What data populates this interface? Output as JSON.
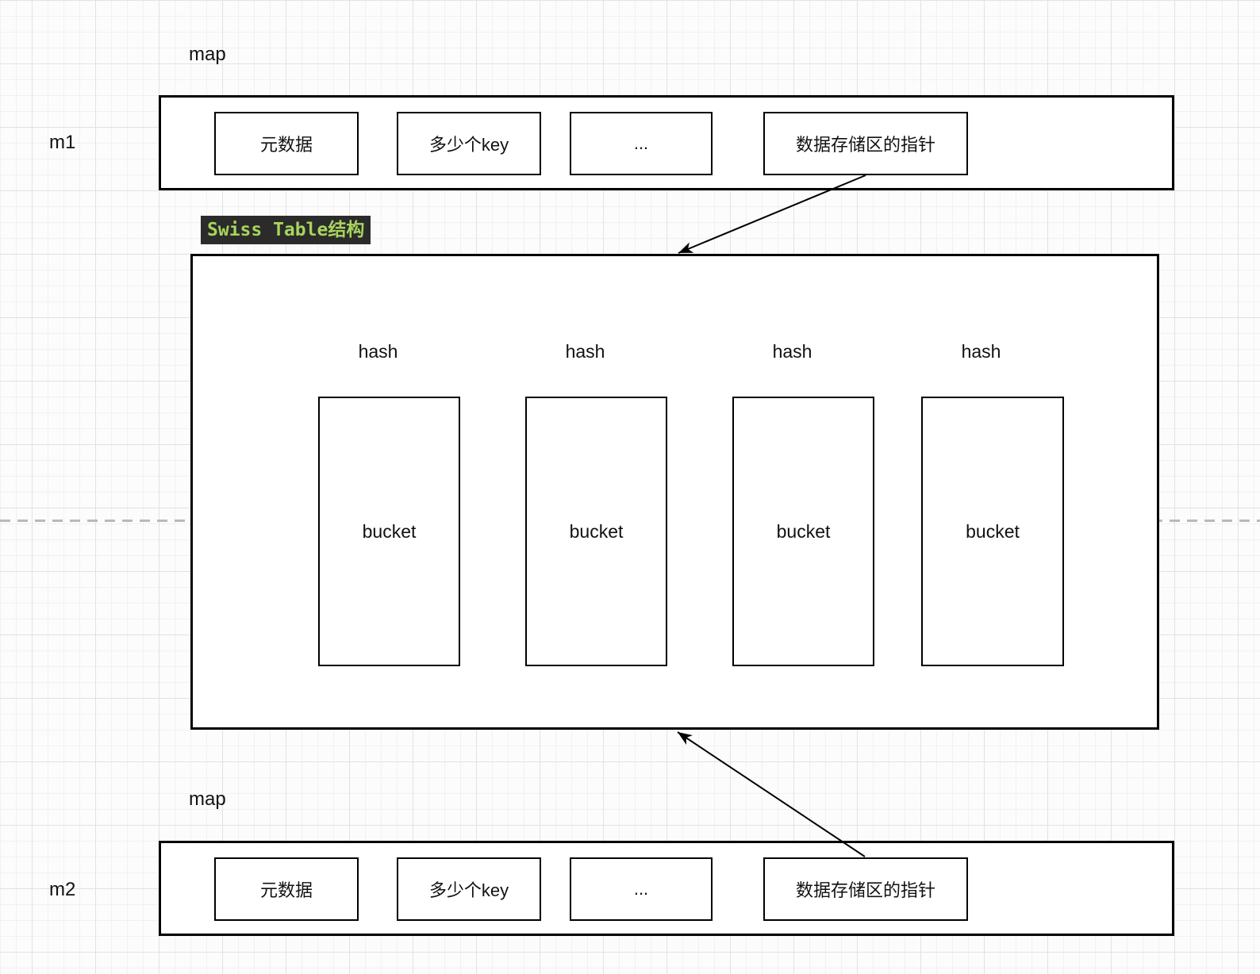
{
  "diagram": {
    "m1": {
      "type_label": "map",
      "name_label": "m1",
      "cells": [
        "元数据",
        "多少个key",
        "...",
        "数据存储区的指针"
      ]
    },
    "m2": {
      "type_label": "map",
      "name_label": "m2",
      "cells": [
        "元数据",
        "多少个key",
        "...",
        "数据存储区的指针"
      ]
    },
    "swiss_table": {
      "title": "Swiss Table结构",
      "hash_labels": [
        "hash",
        "hash",
        "hash",
        "hash"
      ],
      "bucket_labels": [
        "bucket",
        "bucket",
        "bucket",
        "bucket"
      ]
    },
    "colors": {
      "title_bg": "#2b2b2b",
      "title_text": "#a8d45c",
      "stroke": "#000000",
      "canvas_bg": "#fcfcfc",
      "grid_minor": "#f1f1f1",
      "grid_major": "#e2e2e2",
      "guide_dash": "#b9b9b9"
    }
  }
}
